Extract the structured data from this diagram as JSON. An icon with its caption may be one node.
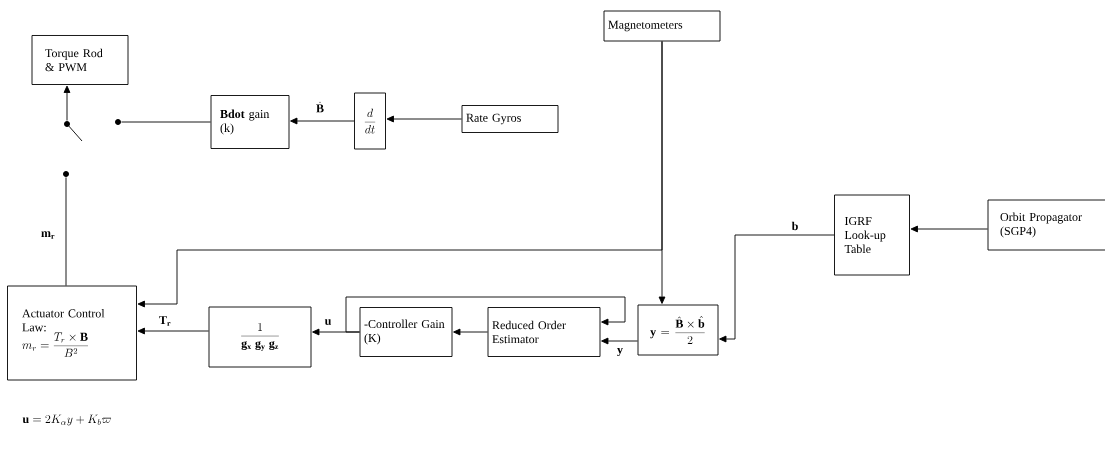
{
  "diagram": {
    "nodes": [
      {
        "text": [
          "Torque Rod & PWM"
        ]
      },
      {
        "text": [],
        "shape": "circle"
      },
      {
        "text": [],
        "shape": "circle"
      },
      {
        "text": [],
        "shape": "circle"
      },
      {
        "text": [
          "**Bdot** gain (k)"
        ]
      },
      {
        "text": [
          "\\frac{d}{dt}"
        ]
      },
      {
        "text": [
          "Rate Gyros"
        ]
      },
      {
        "text": [
          "Magnetometers"
        ]
      },
      {
        "text": [
          "IGRF Look-up Table"
        ]
      },
      {
        "text": [
          "Orbit Propagator (SGP4)"
        ]
      },
      {
        "text": [
          "Actuator Control Law:",
          "m_r=\\frac{T_r\\times\\mathbf{B}}{B^2}"
        ]
      },
      {
        "text": [
          "\\frac{1}{\\mathbf{g_x}\\;\\mathbf{g_y}\\;\\mathbf{g_z}}"
        ]
      },
      {
        "text": [
          "-Controller Gain (K)"
        ]
      },
      {
        "text": [
          "Reduced Order Estimator"
        ]
      },
      {
        "text": [
          "\\mathbf{y}=\\frac{\\hat{\\mathbf{B}}\\times\\hat{\\mathbf{b}}}{2}"
        ]
      }
    ],
    "edges": [
      {
        "from": 1,
        "to": 0,
        "arrow": "to"
      },
      {
        "from": 4,
        "to": 2,
        "arrow": "none"
      },
      {
        "from": 5,
        "to": 4,
        "arrow": "to",
        "label": "\\dot{\\mathbf{B}}"
      },
      {
        "from": 6,
        "to": 5,
        "arrow": "to"
      },
      {
        "from": 10,
        "to": 3,
        "arrow": "none",
        "label": "\\mathbf{m_r}"
      },
      {
        "from": 7,
        "to": 14,
        "arrow": "to"
      },
      {
        "from": 7,
        "to": 10,
        "arrow": "to"
      },
      {
        "from": 8,
        "to": 14,
        "arrow": "to",
        "label": "\\mathbf{b}"
      },
      {
        "from": 9,
        "to": 8,
        "arrow": "to"
      },
      {
        "from": 14,
        "to": 13,
        "arrow": "to",
        "label": "\\mathbf{y}"
      },
      {
        "from": 12,
        "to": 11,
        "arrow": "to",
        "label": "\\mathbf{u}"
      },
      {
        "from": 12,
        "to": 13,
        "arrow": "to"
      },
      {
        "from": 13,
        "to": 12,
        "arrow": "to"
      },
      {
        "from": 11,
        "to": 10,
        "arrow": "to",
        "label": "\\mathbf{T_r}"
      }
    ],
    "labels": [
      "\\mathbf{u}=2K_\\alpha y+K_b\\varpi"
    ]
  }
}
